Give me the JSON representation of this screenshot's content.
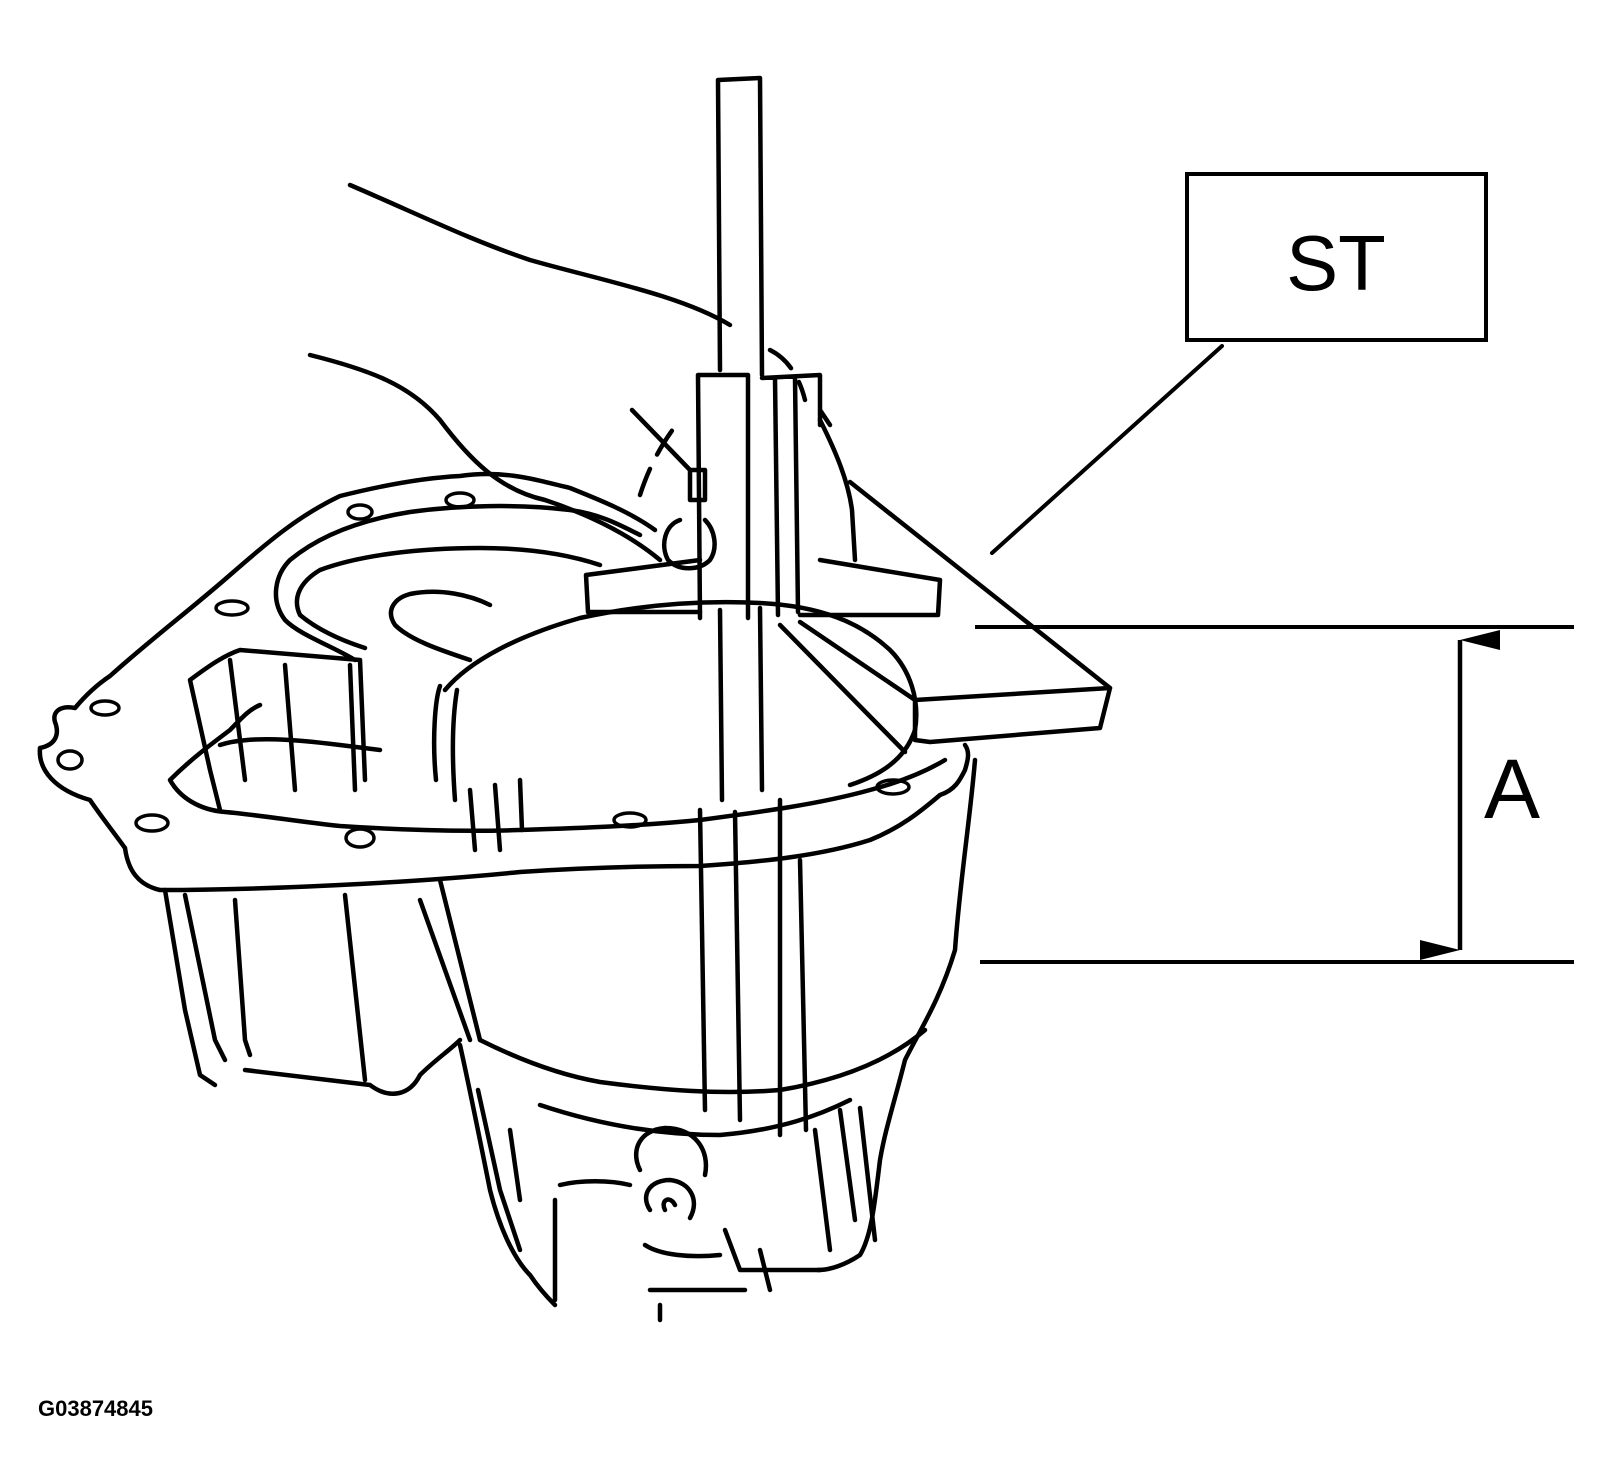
{
  "labels": {
    "tool": "ST",
    "dimension": "A",
    "figure_id": "G03874845"
  },
  "icons": {
    "arrow": "double-headed-dimension-arrow"
  },
  "colors": {
    "ink": "#000000",
    "background": "#ffffff"
  }
}
